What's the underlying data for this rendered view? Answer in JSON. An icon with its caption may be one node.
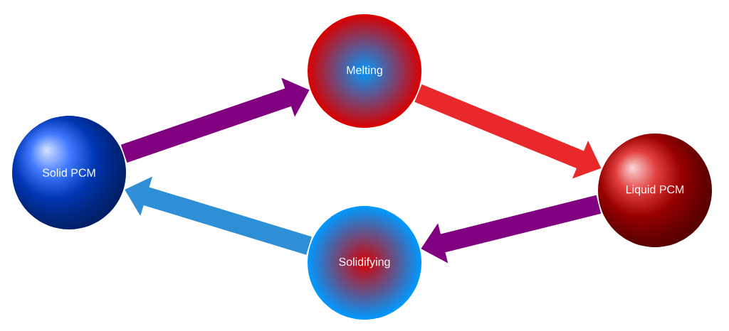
{
  "diagram": {
    "nodes": [
      {
        "text": [
          "Solid PCM"
        ]
      },
      {
        "text": [
          "Melting"
        ]
      },
      {
        "text": [
          "Liquid PCM"
        ]
      },
      {
        "text": [
          "Solidifying"
        ]
      }
    ],
    "edges": [
      {
        "from": 0,
        "to": 1,
        "arrow": "to"
      },
      {
        "from": 1,
        "to": 2,
        "arrow": "to",
        "color": "#e8282b"
      },
      {
        "from": 2,
        "to": 3,
        "arrow": "to"
      },
      {
        "from": 3,
        "to": 0,
        "arrow": "to",
        "color": "#2f8fd6"
      }
    ]
  }
}
